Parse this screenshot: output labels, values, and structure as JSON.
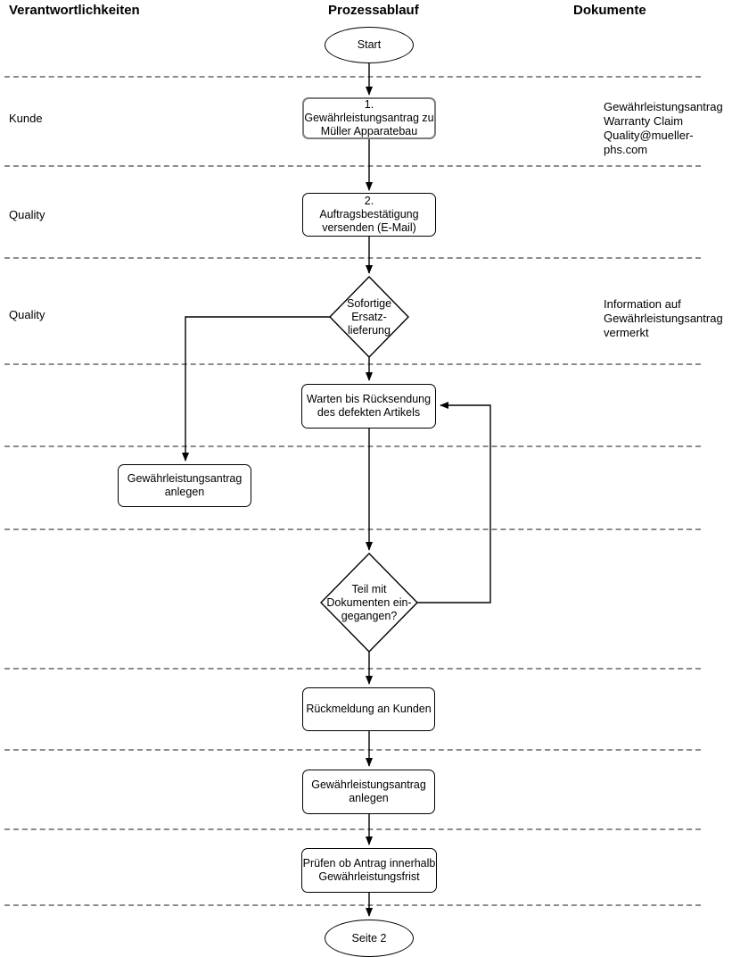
{
  "header": {
    "responsibilities": "Verantwortlichkeiten",
    "process": "Prozessablauf",
    "documents": "Dokumente"
  },
  "lanes": [
    {
      "label": "Kunde"
    },
    {
      "label": "Quality"
    },
    {
      "label": "Quality"
    }
  ],
  "nodes": {
    "start": {
      "type": "terminator",
      "label": "Start"
    },
    "step1": {
      "type": "process",
      "label": "1.\nGewährleistungsantrag zu\nMüller Apparatebau"
    },
    "step2": {
      "type": "process",
      "label": "2.\nAuftragsbestätigung\nversenden (E-Mail)"
    },
    "decision1": {
      "type": "decision",
      "label": "Sofortige\nErsatz-\nlieferung"
    },
    "wait_return": {
      "type": "process",
      "label": "Warten bis Rücksendung\ndes defekten Artikels"
    },
    "claim_branch": {
      "type": "process",
      "label": "Gewährleistungsantrag\nanlegen"
    },
    "decision2": {
      "type": "decision",
      "label": "Teil mit\nDokumenten ein-\ngegangen?"
    },
    "feedback": {
      "type": "process",
      "label": "Rückmeldung an Kunden"
    },
    "claim_create": {
      "type": "process",
      "label": "Gewährleistungsantrag\nanlegen"
    },
    "check_period": {
      "type": "process",
      "label": "Prüfen ob Antrag innerhalb\nGewährleistungsfrist"
    },
    "end": {
      "type": "terminator",
      "label": "Seite 2"
    }
  },
  "documents": [
    {
      "text": "Gewährleistungsantrag\nWarranty Claim\nQuality@mueller-phs.com"
    },
    {
      "text": "Information auf\nGewährleistungsantrag\nvermerkt"
    }
  ],
  "colors": {
    "line": "#000000",
    "separator": "#8c8c8c",
    "highlight_box_border": "#7d7d7d"
  }
}
